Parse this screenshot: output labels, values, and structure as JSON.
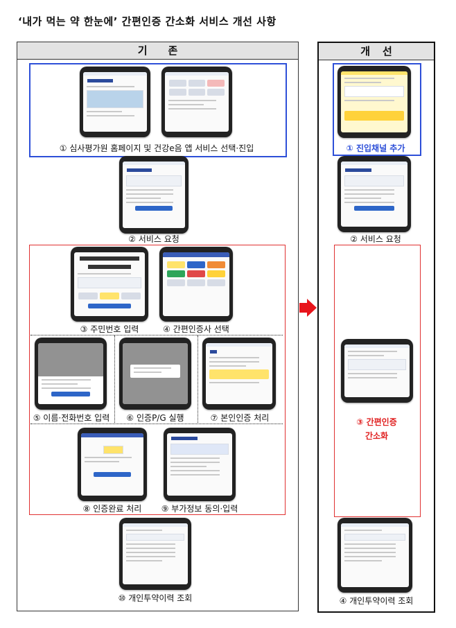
{
  "title": "‘내가 먹는 약 한눈에’ 간편인증 간소화 서비스 개선 사항",
  "left": {
    "header": "기존",
    "steps": [
      "① 심사평가원 홈페이지 및 건강e음 앱 서비스 선택·진입",
      "② 서비스 요청",
      "③ 주민번호 입력",
      "④ 간편인증사 선택",
      "⑤ 이름·전화번호 입력",
      "⑥ 인증P/G 실행",
      "⑦ 본인인증 처리",
      "⑧ 인증완료 처리",
      "⑨ 부가정보 동의·입력",
      "⑩ 개인투약이력 조회"
    ]
  },
  "right": {
    "header": "개선",
    "steps": [
      "① 진입채널 추가",
      "② 서비스 요청",
      "③ 간편인증",
      "간소화",
      "④ 개인투약이력 조회"
    ]
  },
  "colors": {
    "blue": "#2d4fd8",
    "red": "#e02020",
    "arrow": "#e8141b"
  }
}
